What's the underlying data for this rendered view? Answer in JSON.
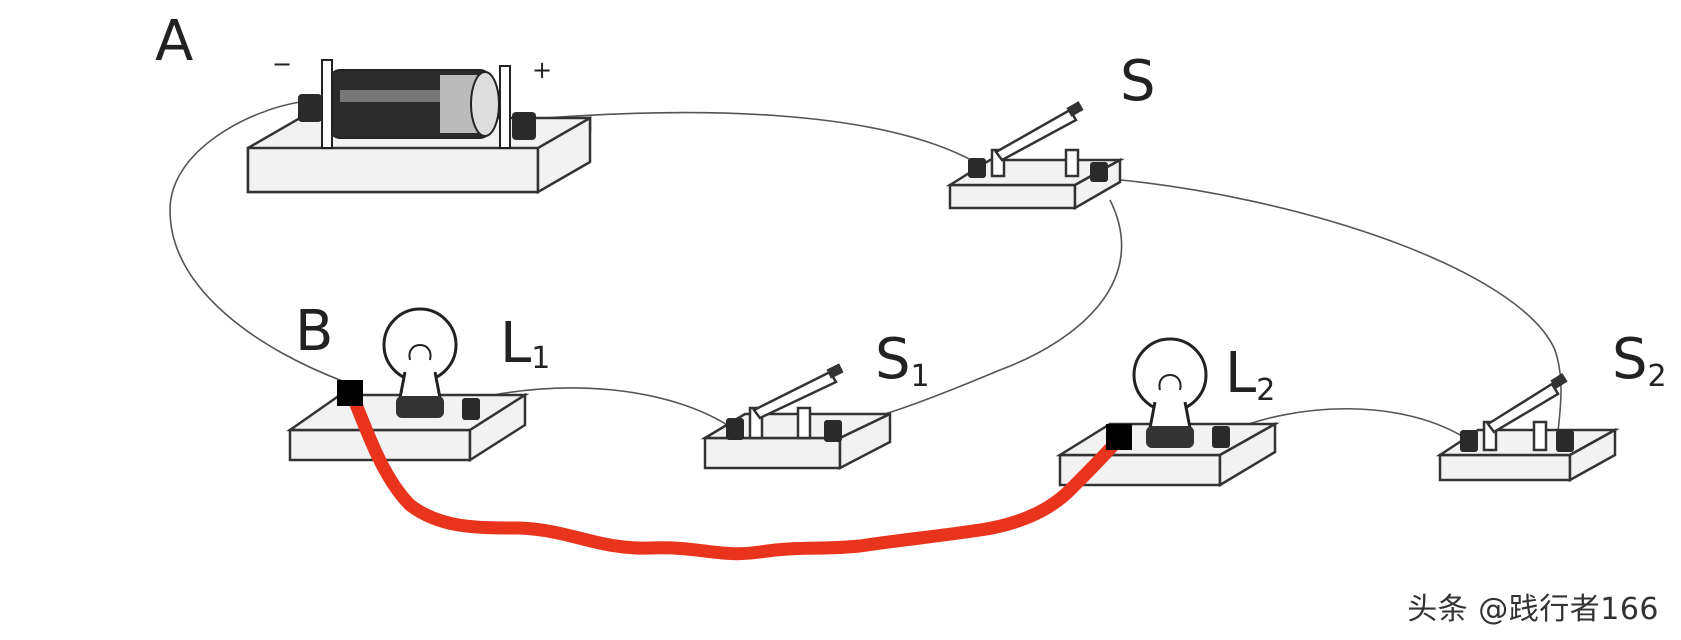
{
  "labels": {
    "A": "A",
    "B": "B",
    "S": "S",
    "S1": "S",
    "S1_sub": "1",
    "S2": "S",
    "S2_sub": "2",
    "L1": "L",
    "L1_sub": "1",
    "L2": "L",
    "L2_sub": "2",
    "minus": "−",
    "plus": "+"
  },
  "watermark": "头条 @践行者166",
  "colors": {
    "added_wire": "#e8341c",
    "wire": "#555555",
    "node": "#000000"
  }
}
